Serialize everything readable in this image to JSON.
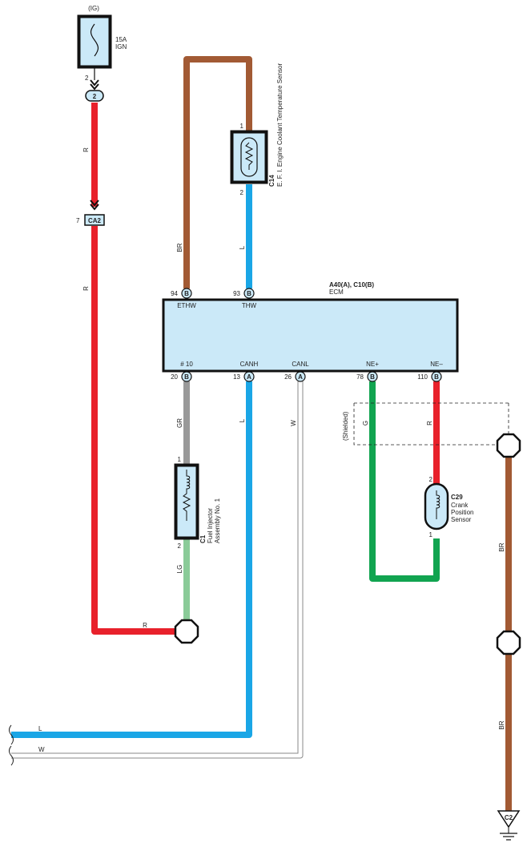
{
  "colors": {
    "red": "#e8212b",
    "blue": "#1aa6e6",
    "brown": "#a25a34",
    "gray": "#999999",
    "green": "#11a450",
    "light_green": "#8acb98",
    "white_wire": "#8a8a8a",
    "component_fill": "#cbe9f8"
  },
  "fuse": {
    "supply": "(IG)",
    "rating": "15A",
    "name": "IGN",
    "pin": "2",
    "connector_pin": "2"
  },
  "junction_ca2": {
    "pin": "7",
    "label": "CA2"
  },
  "ect_sensor": {
    "code": "C14",
    "name": "E. F. I.  Engine Coolant Temperature Sensor",
    "pin_top": "1",
    "pin_bottom": "2"
  },
  "ecm": {
    "code": "A40(A), C10(B)",
    "name": "ECM",
    "top_terminals": [
      {
        "pin": "94",
        "conn": "B",
        "label": "ETHW"
      },
      {
        "pin": "93",
        "conn": "B",
        "label": "THW"
      }
    ],
    "bottom_terminals": [
      {
        "pin": "20",
        "conn": "B",
        "label": "# 10"
      },
      {
        "pin": "13",
        "conn": "A",
        "label": "CANH"
      },
      {
        "pin": "26",
        "conn": "A",
        "label": "CANL"
      },
      {
        "pin": "78",
        "conn": "B",
        "label": "NE+"
      },
      {
        "pin": "110",
        "conn": "B",
        "label": "NE–"
      }
    ]
  },
  "injector": {
    "code": "C1",
    "line1": "Fuel Injector",
    "line2": "Assembly No. 1",
    "pin_top": "1",
    "pin_bottom": "2"
  },
  "crank_sensor": {
    "code": "C29",
    "line1": "Crank",
    "line2": "Position",
    "line3": "Sensor",
    "pin_top": "2",
    "pin_bottom": "1"
  },
  "shielded_label": "(Shielded)",
  "ground": {
    "label": "C2"
  },
  "wire_labels": {
    "r1": "R",
    "r2": "R",
    "r3": "R",
    "br1": "BR",
    "l1": "L",
    "gr": "GR",
    "l2": "L",
    "w1": "W",
    "g": "G",
    "r4": "R",
    "lg": "LG",
    "br2": "BR",
    "br3": "BR",
    "l_bottom": "L",
    "w_bottom": "W"
  }
}
